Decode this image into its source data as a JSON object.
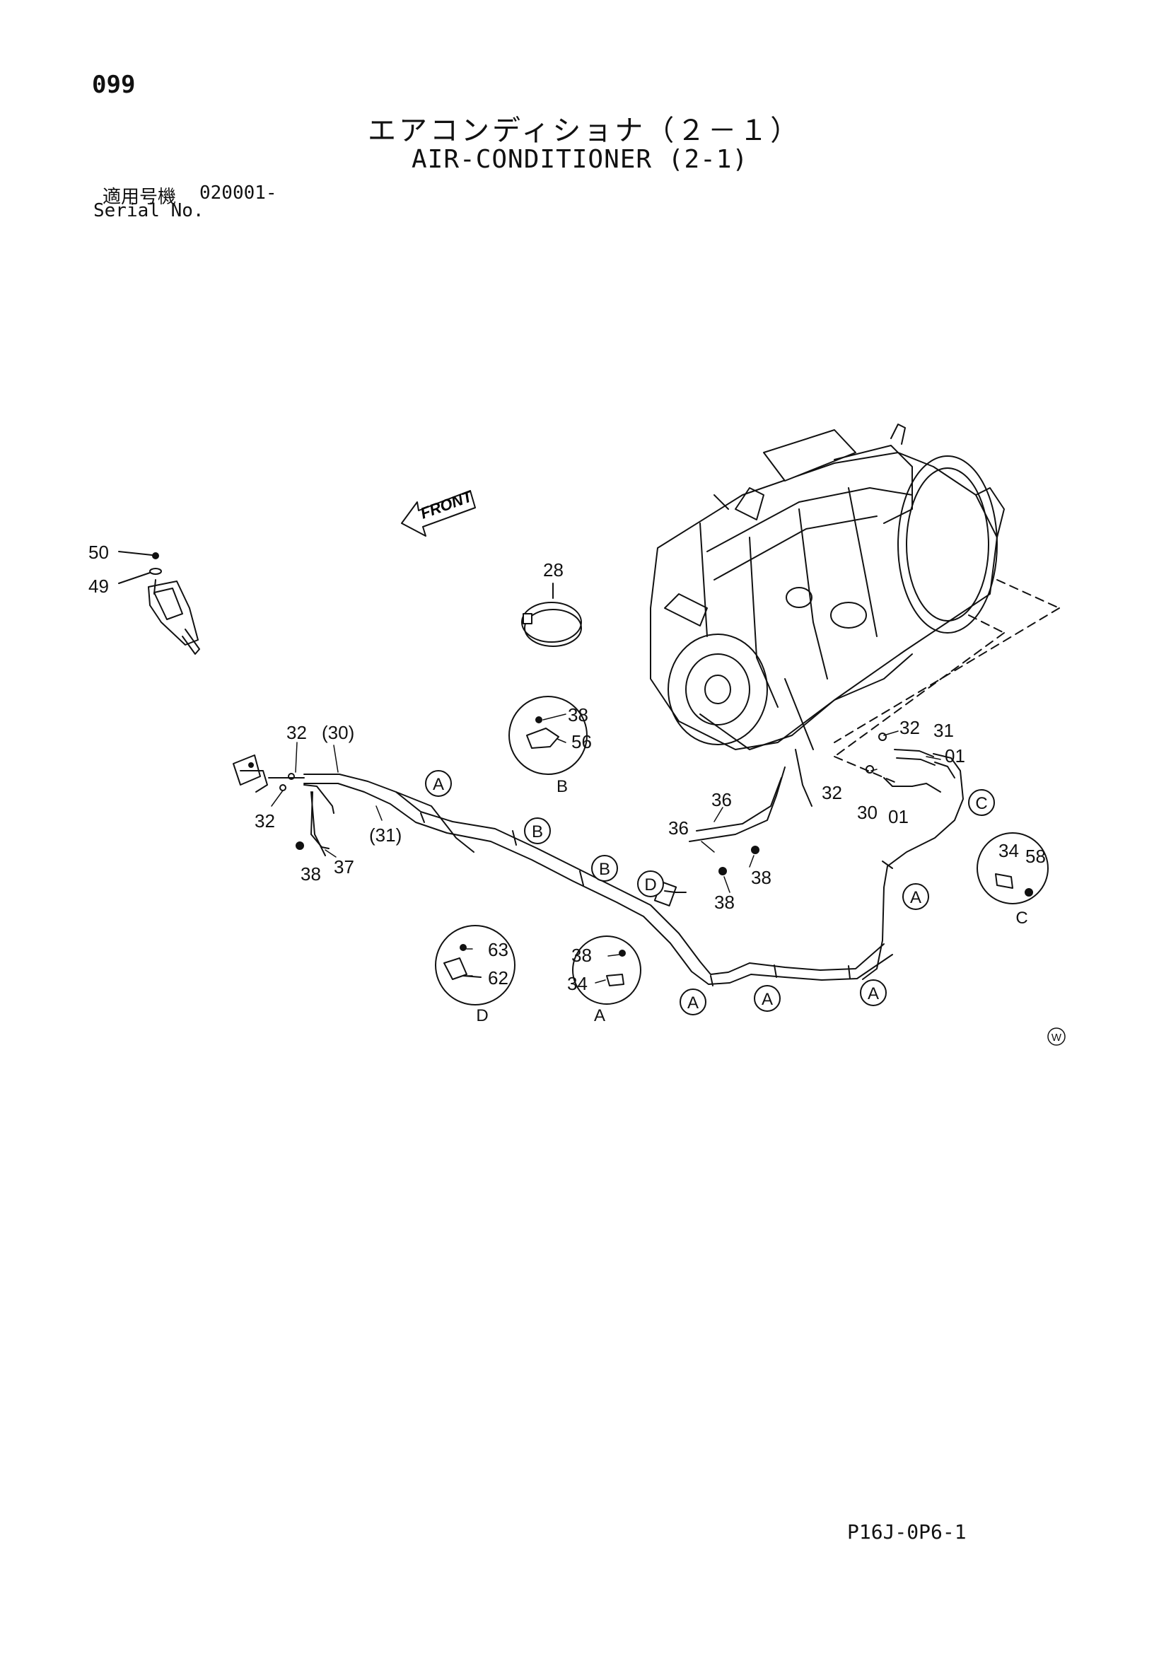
{
  "header": {
    "page_number": "099",
    "title_ja": "エアコンディショナ（２－１）",
    "title_en": "AIR-CONDITIONER (2-1)",
    "serial_label_ja": "適用号機",
    "serial_value": "020001-",
    "serial_label_en": "Serial No."
  },
  "front_label": "FRONT",
  "callouts": {
    "c50": "50",
    "c49": "49",
    "c28": "28",
    "c32a": "32",
    "c30p": "(30)",
    "c32b": "32",
    "c31p": "(31)",
    "c38a": "38",
    "c37": "37",
    "c38b": "38",
    "c56": "56",
    "c36a": "36",
    "c36b": "36",
    "c38c": "38",
    "c38d": "38",
    "c32c": "32",
    "c31": "31",
    "c01a": "01",
    "c32d": "32",
    "c30": "30",
    "c01b": "01",
    "c34a": "34",
    "c58": "58",
    "c63": "63",
    "c62": "62",
    "c38e": "38",
    "c34b": "34"
  },
  "markers": {
    "m1": "A",
    "m2": "B",
    "m3": "B",
    "m4": "D",
    "m5": "C",
    "m6": "A",
    "m7": "A",
    "m8": "A",
    "m9": "A"
  },
  "details": {
    "B": "B",
    "C": "C",
    "D": "D",
    "A": "A"
  },
  "watermark_symbol": "W",
  "footer": {
    "drawing_code": "P16J-0P6-1"
  }
}
